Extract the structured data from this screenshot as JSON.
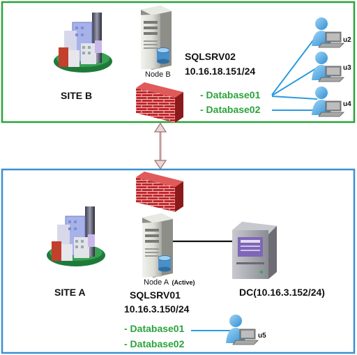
{
  "colors": {
    "site_b_border": "#2aa33b",
    "site_a_border": "#3a8fd0",
    "database_text": "#2aa33b",
    "user_links": "#2a9be0",
    "connector_arrow": "#c49a9a",
    "firewall": "#c0262a"
  },
  "site_b": {
    "title": "SITE B",
    "node_label": "Node B",
    "server_name": "SQLSRV02",
    "server_ip": "10.16.18.151/24",
    "databases": [
      "- Database01",
      "- Database02"
    ],
    "users": [
      "u2",
      "u3",
      "u4"
    ]
  },
  "site_a": {
    "title": "SITE A",
    "node_label": "Node A",
    "node_status": "(Active)",
    "server_name": "SQLSRV01",
    "server_ip": "10.16.3.150/24",
    "dc_label": "DC(10.16.3.152/24)",
    "databases": [
      "- Database01",
      "- Database02"
    ],
    "users": [
      "u5"
    ]
  },
  "icons": {
    "building": "office-buildings-icon",
    "server": "server-tower-icon",
    "firewall": "brick-firewall-icon",
    "user": "user-laptop-icon",
    "dc": "domain-controller-icon"
  }
}
